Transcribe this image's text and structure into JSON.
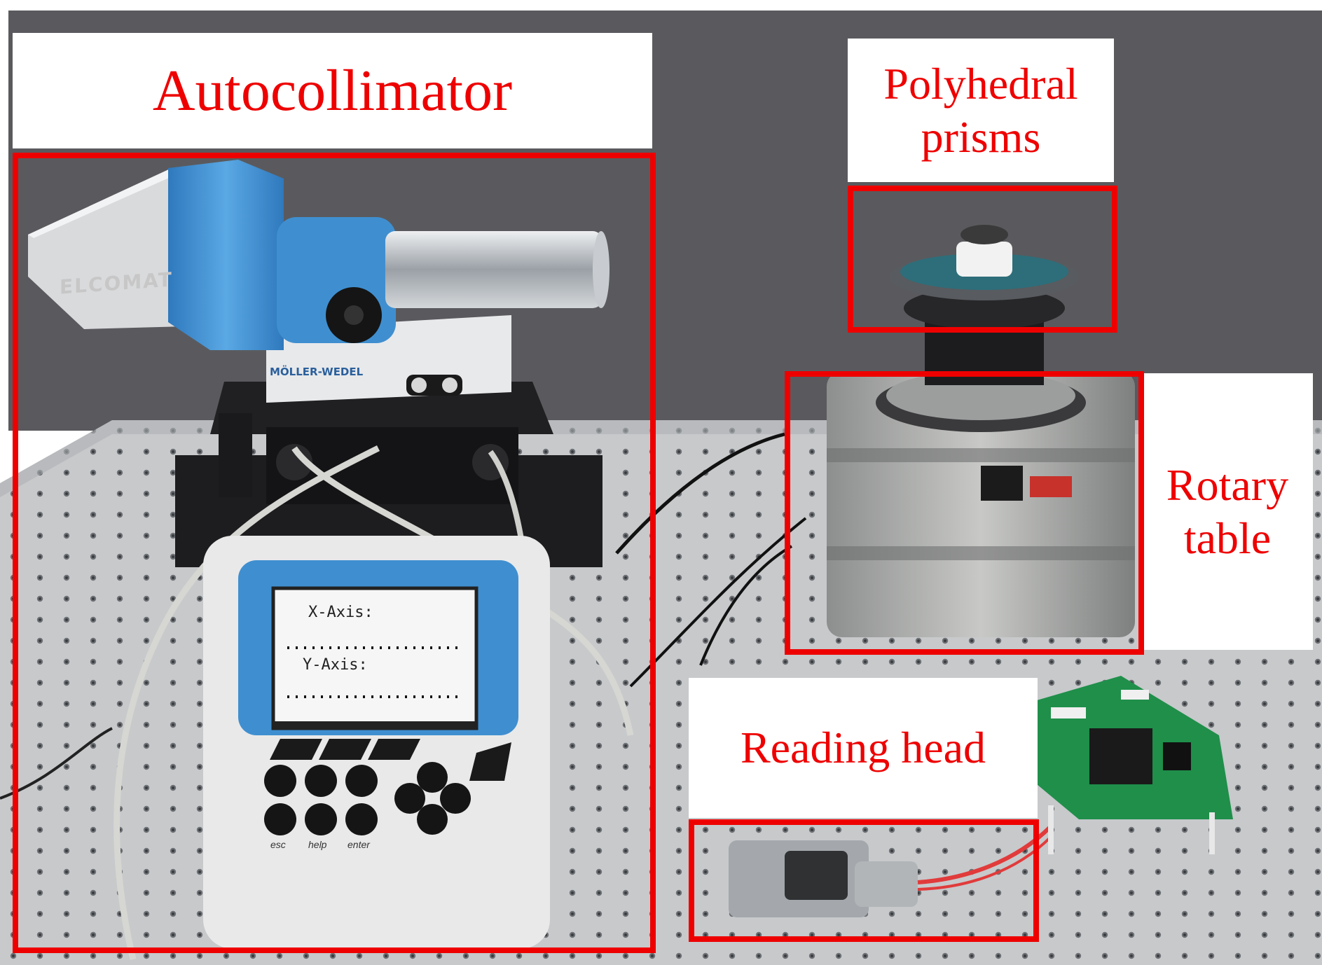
{
  "labels": {
    "autocollimator": "Autocollimator",
    "polyhedral_prisms": "Polyhedral\nprisms",
    "rotary_table": "Rotary\ntable",
    "reading_head": "Reading head"
  },
  "device": {
    "elcomat_logo": "ELCOMAT",
    "maker_plate": "MÖLLER-WEDEL",
    "screen_x_axis": "X-Axis:",
    "screen_y_axis": "Y-Axis:",
    "key_esc": "esc",
    "key_help": "help",
    "key_enter": "enter"
  },
  "colors": {
    "annotation_red": "#ee0000",
    "label_background": "#ffffff",
    "backdrop": "#5a5a5e",
    "device_blue": "#3f8fd0"
  }
}
